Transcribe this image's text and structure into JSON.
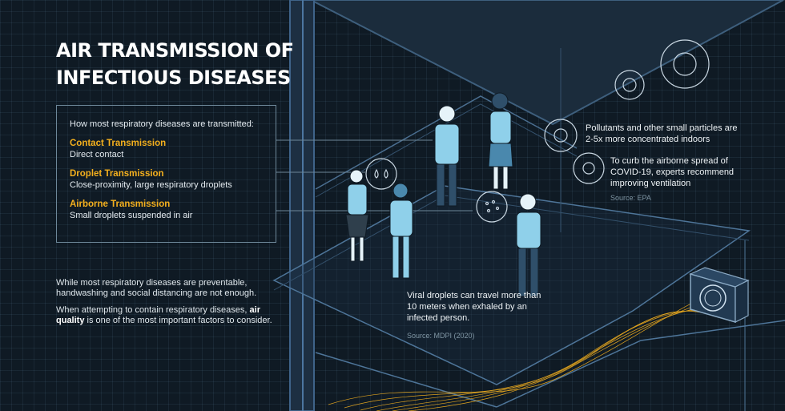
{
  "title": {
    "line1": "AIR TRANSMISSION OF",
    "line2": "INFECTIOUS DISEASES"
  },
  "transmission_box": {
    "intro": "How most respiratory diseases are transmitted:",
    "modes": [
      {
        "name": "Contact Transmission",
        "description": "Direct contact"
      },
      {
        "name": "Droplet Transmission",
        "description": "Close-proximity, large respiratory droplets"
      },
      {
        "name": "Airborne Transmission",
        "description": "Small droplets suspended in air"
      }
    ]
  },
  "notes": {
    "note1": "While most respiratory diseases are preventable, handwashing and social distancing are not enough.",
    "note2_before": "When attempting to contain respiratory diseases, ",
    "note2_bold": "air quality",
    "note2_after": " is one of the most important factors to consider."
  },
  "callouts": {
    "pollutants": "Pollutants and other small particles are 2-5x more concentrated indoors",
    "ventilation": "To curb the airborne spread of COVID-19, experts recommend improving ventilation",
    "ventilation_source": "Source: EPA",
    "droplets": "Viral droplets can travel more than 10 meters when exhaled by an infected person.",
    "droplets_source": "Source: MDPI (2020)"
  },
  "icons": [
    "virus-icon",
    "water-droplets-icon",
    "air-flow-icon",
    "ventilation-unit-icon"
  ],
  "colors": {
    "background": "#0f1a24",
    "accent": "#f4b01e",
    "figure": "#8fd0ea",
    "line": "#6d8799"
  }
}
